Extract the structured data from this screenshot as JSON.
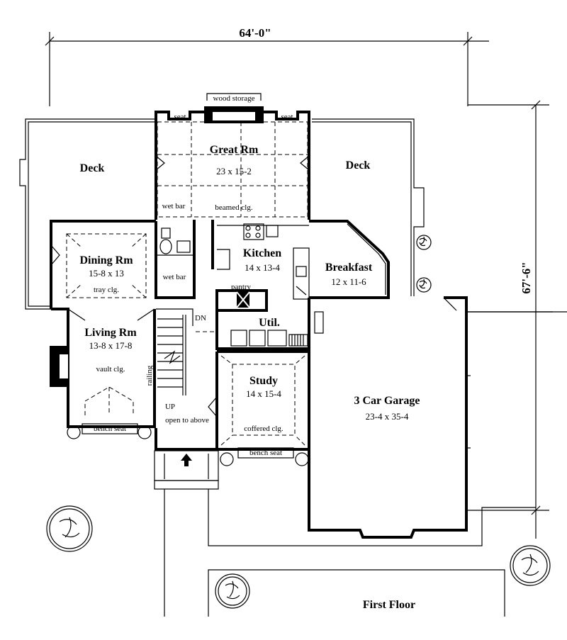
{
  "overall_width": "64'-0\"",
  "overall_depth": "67'-6\"",
  "caption": "First Floor",
  "rooms": {
    "great": {
      "name": "Great Rm",
      "size": "23 x 15-2",
      "note": "beamed clg."
    },
    "deck_left": {
      "name": "Deck"
    },
    "deck_right": {
      "name": "Deck"
    },
    "dining": {
      "name": "Dining Rm",
      "size": "15-8 x 13",
      "note": "tray clg."
    },
    "kitchen": {
      "name": "Kitchen",
      "size": "14 x 13-4"
    },
    "breakfast": {
      "name": "Breakfast",
      "size": "12 x 11-6"
    },
    "living": {
      "name": "Living Rm",
      "size": "13-8 x 17-8",
      "note": "vault clg."
    },
    "util": {
      "name": "Util."
    },
    "study": {
      "name": "Study",
      "size": "14 x 15-4",
      "note": "coffered clg."
    },
    "garage": {
      "name": "3 Car Garage",
      "size": "23-4 x 35-4"
    }
  },
  "labels": {
    "wood_storage": "wood storage",
    "seat_left": "seat",
    "seat_right": "seat",
    "wet_bar_top": "wet bar",
    "wet_bar_bottom": "wet bar",
    "pantry": "pantry",
    "dn": "DN",
    "up": "UP",
    "railing": "railing",
    "open_to_above": "open to above",
    "bench_seat_left": "bench seat",
    "bench_seat_right": "bench seat"
  }
}
